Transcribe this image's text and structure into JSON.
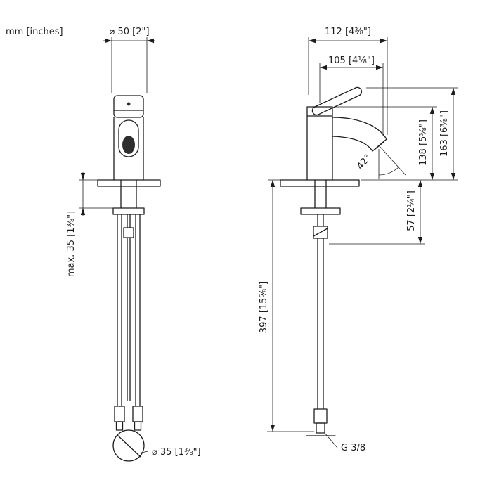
{
  "title_note": "mm [inches]",
  "front_view": {
    "dim_spout_diameter": "⌀ 50 [2\"]",
    "dim_max_mounting_depth": "max. 35 [1⅜\"]",
    "dim_hole_diameter": "⌀ 35 [1⅜\"]"
  },
  "side_view": {
    "dim_projection_total": "112 [4⅜\"]",
    "dim_projection_aerator": "105 [4⅛\"]",
    "dim_height_total": "163 [6⅜\"]",
    "dim_height_body": "138 [5⅜\"]",
    "angle_spout": "42°",
    "dim_mounting_below_deck": "57 [2¼\"]",
    "dim_hose_length": "397 [15⅝\"]",
    "thread_connection": "G 3/8"
  }
}
